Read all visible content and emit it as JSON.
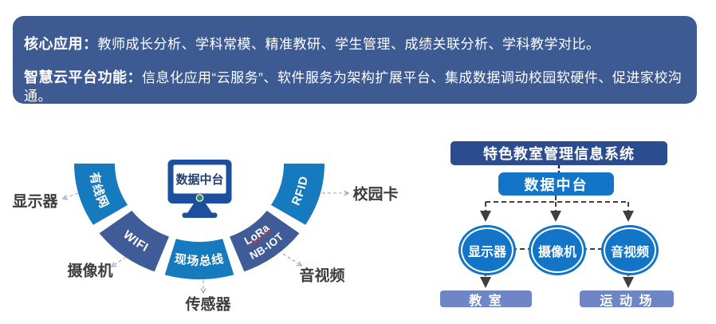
{
  "banner": {
    "line1": {
      "label": "核心应用：",
      "text": "教师成长分析、学科常模、精准教研、学生管理、成绩关联分析、学科教学对比。"
    },
    "line2": {
      "label": "智慧云平台功能：",
      "text": "信息化应用“云服务”、软件服务为架构扩展平台、集成数据调动校园软硬件、促进家校沟通。"
    }
  },
  "hub": {
    "center_label": "数据中台",
    "segments": [
      {
        "label": "有线网",
        "color": "#167abf"
      },
      {
        "label": "WIFI",
        "color": "#3f5c99"
      },
      {
        "label": "现场总线",
        "color": "#167abf"
      },
      {
        "label": "LoRa",
        "label2": "NB-IOT",
        "color": "#3f5c99"
      },
      {
        "label": "RFID",
        "color": "#167abf"
      }
    ],
    "peripherals": [
      "显示器",
      "摄像机",
      "传感器",
      "音视频",
      "校园卡"
    ]
  },
  "flowchart": {
    "title": "特色教室管理信息系统",
    "hub_label": "数据中台",
    "devices": [
      "显示器",
      "摄像机",
      "音视频"
    ],
    "locations": [
      "教 室",
      "运 动 场"
    ]
  },
  "colors": {
    "banner_bg": "#3d5a92",
    "arc_light_blue": "#167abf",
    "arc_slate_blue": "#3f5c99",
    "azure": "#1375c8",
    "flow_title_bg": "#2b4c8e",
    "location_bg": "#6e86c5",
    "monitor_frame": "#1d4f9f",
    "webcam_dot": "#2f8f4e",
    "connector_dark": "#3f3f3f",
    "connector_light": "#a6a6a6",
    "spellcheck_red": "#e03131"
  }
}
